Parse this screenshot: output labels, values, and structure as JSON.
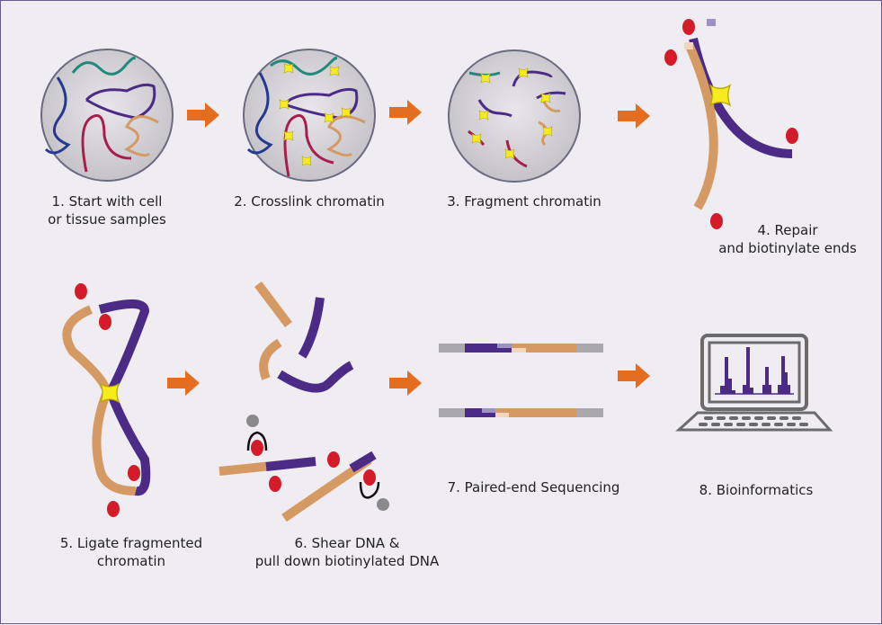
{
  "title": "Hi-C workflow",
  "colors": {
    "background": "#efedf2",
    "arrow": "#e56d1f",
    "purple": "#4b2b86",
    "tan": "#d59a63",
    "teal": "#1f8a7a",
    "blue": "#253a8f",
    "crimson": "#a81d4a",
    "yellow": "#f6ec1d",
    "biotin": "#d41b2a",
    "streptavidin": "#8a8a8a",
    "adapter": "#a9a9ad",
    "laptop": "#6b6b6b"
  },
  "steps": [
    {
      "label_l1": "1. Start with cell",
      "label_l2": "or tissue samples"
    },
    {
      "label_l1": "2. Crosslink chromatin",
      "label_l2": ""
    },
    {
      "label_l1": "3. Fragment chromatin",
      "label_l2": ""
    },
    {
      "label_l1": "4. Repair",
      "label_l2": "and biotinylate ends"
    },
    {
      "label_l1": "5. Ligate fragmented",
      "label_l2": "chromatin"
    },
    {
      "label_l1": "6. Shear DNA &",
      "label_l2": "pull down biotinylated DNA"
    },
    {
      "label_l1": "7. Paired-end Sequencing",
      "label_l2": ""
    },
    {
      "label_l1": "8. Bioinformatics",
      "label_l2": ""
    }
  ]
}
